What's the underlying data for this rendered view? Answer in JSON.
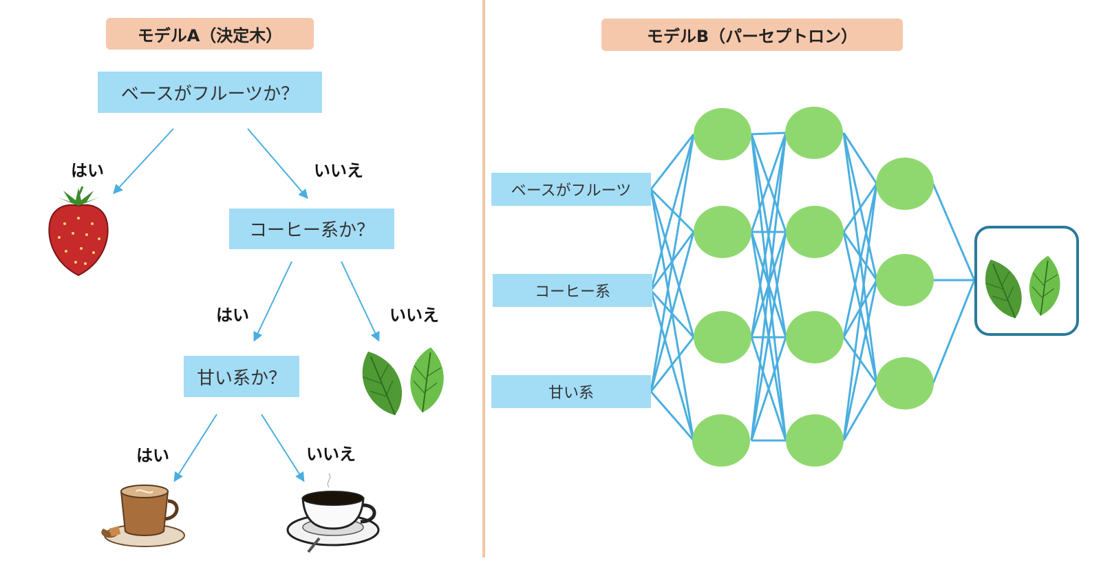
{
  "modelA": {
    "title": "モデルA（決定木）",
    "q1": "ベースがフルーツか？",
    "q2": "コーヒー系か？",
    "q3": "甘い系か？",
    "yes": "はい",
    "no": "いいえ",
    "leaves": [
      "strawberry-icon",
      "mint-leaf-icon",
      "latte-icon",
      "black-coffee-icon"
    ]
  },
  "modelB": {
    "title": "モデルB（パーセプトロン）",
    "inputs": [
      "ベースがフルーツ",
      "コーヒー系",
      "甘い系"
    ],
    "hidden_layers": [
      4,
      4,
      3
    ],
    "output": "mint-leaf-icon"
  },
  "colors": {
    "title_bg": "#f5c8ac",
    "box_bg": "#a3dcf5",
    "arrow": "#4aaee0",
    "node": "#8fd870",
    "output_border": "#2a7a9a"
  }
}
